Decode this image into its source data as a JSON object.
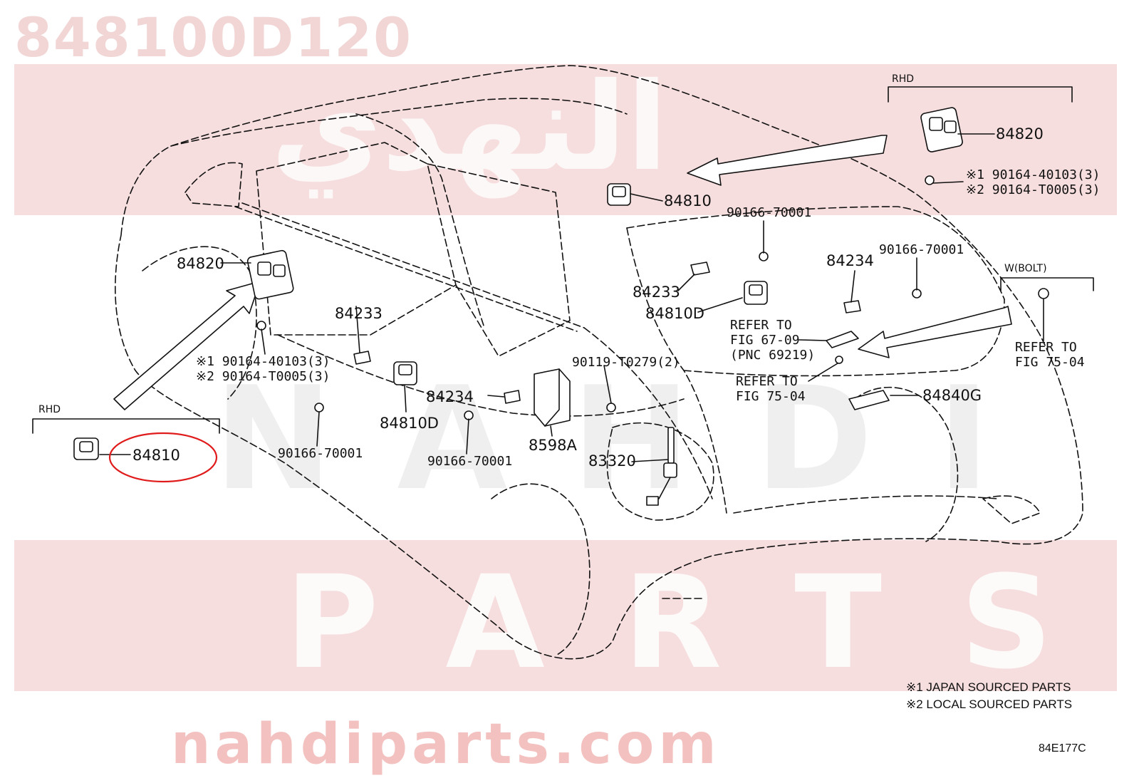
{
  "part_number": "848100D120",
  "site_url": "nahdiparts.com",
  "watermark": {
    "line1": "NAHDI",
    "line2": "PARTS",
    "arabic": "النهدي"
  },
  "colors": {
    "band": "#f7dede",
    "highlight": "#e01b1b",
    "line": "#111111"
  },
  "labels": {
    "top_rhd": "RHD",
    "top_84820": "84820",
    "top_n1": "※1 90164-40103(3)",
    "top_n2": "※2 90164-T0005(3)",
    "c_84810": "84810",
    "c_90166a": "90166-70001",
    "r_84234": "84234",
    "r_90166": "90166-70001",
    "wbolt": "W(BOLT)",
    "l_84820": "84820",
    "l_84233": "84233",
    "c_84233": "84233",
    "c_84810D": "84810D",
    "refer6709_a": "REFER TO",
    "refer6709_b": "FIG 67-09",
    "refer6709_c": "(PNC 69219)",
    "refer7504r_a": "REFER TO",
    "refer7504r_b": "FIG 75-04",
    "refer7504c_a": "REFER TO",
    "refer7504c_b": "FIG 75-04",
    "l_n1": "※1 90164-40103(3)",
    "l_n2": "※2 90164-T0005(3)",
    "c_90119": "90119-T0279(2)",
    "c_84234": "84234",
    "r_84840G": "84840G",
    "bl_rhd": "RHD",
    "bl_84810": "84810",
    "lc_84810D": "84810D",
    "c_8598A": "8598A",
    "c_83320": "83320",
    "lc_90166": "90166-70001",
    "cc_90166": "90166-70001"
  },
  "notes": {
    "n1": "※1 JAPAN SOURCED PARTS",
    "n2": "※2 LOCAL SOURCED PARTS"
  },
  "figure_code": "84E177C"
}
